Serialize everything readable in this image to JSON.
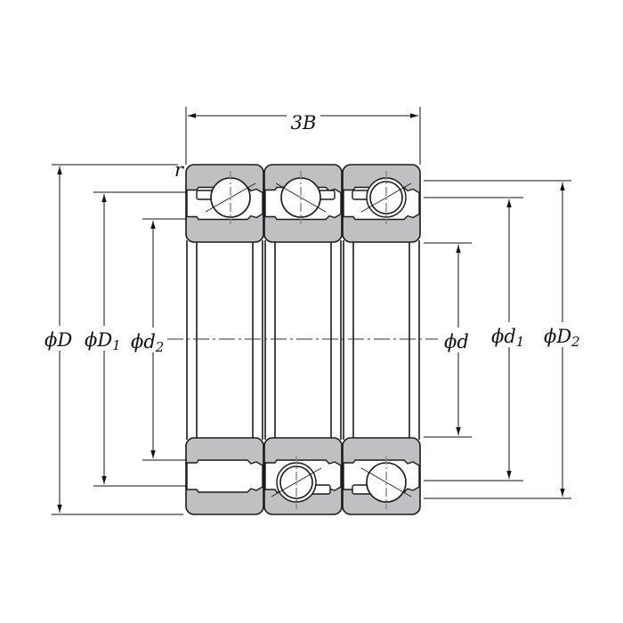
{
  "title": "Triple-row angular contact ball bearing dimensions",
  "labels": {
    "width": "3B",
    "radius": "r",
    "outer_diameter": {
      "symbol": "ϕD",
      "sub": ""
    },
    "outer_ring_shoulder": {
      "symbol": "ϕD",
      "sub": "1"
    },
    "inner_ring_shoulder2": {
      "symbol": "ϕd",
      "sub": "2"
    },
    "bore": {
      "symbol": "ϕd",
      "sub": ""
    },
    "inner_ring_shoulder1": {
      "symbol": "ϕd",
      "sub": "1"
    },
    "outer_ring_shoulder2": {
      "symbol": "ϕD",
      "sub": "2"
    }
  },
  "colors": {
    "section_fill": "#c0c0c2",
    "line": "#1a1a1a"
  }
}
